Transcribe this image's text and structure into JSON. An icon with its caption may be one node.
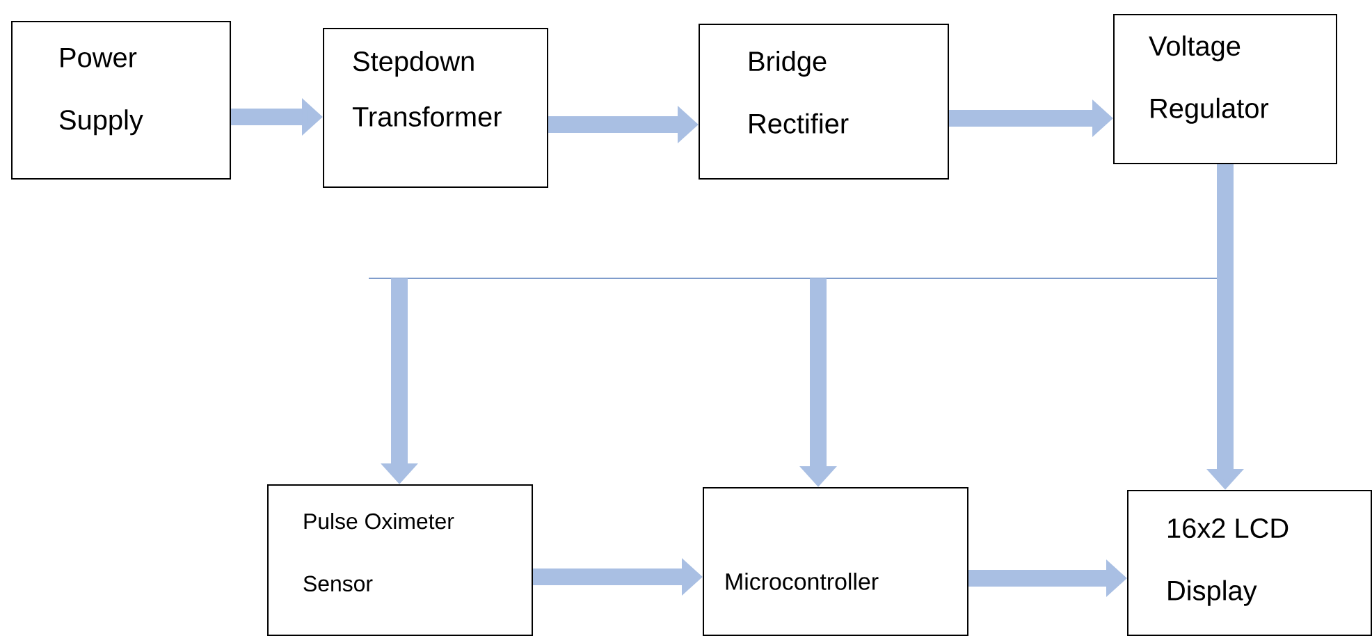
{
  "diagram": {
    "nodes": [
      {
        "text": [
          "Power Supply"
        ]
      },
      {
        "text": [
          "Stepdown Transformer"
        ]
      },
      {
        "text": [
          "Bridge Rectifier"
        ]
      },
      {
        "text": [
          "Voltage Regulator"
        ]
      },
      {
        "text": [
          "Pulse Oximeter Sensor"
        ]
      },
      {
        "text": [
          "Microcontroller"
        ]
      },
      {
        "text": [
          "16x2 LCD Display"
        ]
      }
    ],
    "edges": [
      {
        "from": 0,
        "to": 1,
        "arrow": "to"
      },
      {
        "from": 1,
        "to": 2,
        "arrow": "to"
      },
      {
        "from": 2,
        "to": 3,
        "arrow": "to"
      },
      {
        "from": 3,
        "to": 4,
        "arrow": "to"
      },
      {
        "from": 3,
        "to": 5,
        "arrow": "to"
      },
      {
        "from": 3,
        "to": 6,
        "arrow": "to"
      },
      {
        "from": 4,
        "to": 5,
        "arrow": "to"
      },
      {
        "from": 5,
        "to": 6,
        "arrow": "to"
      }
    ]
  }
}
